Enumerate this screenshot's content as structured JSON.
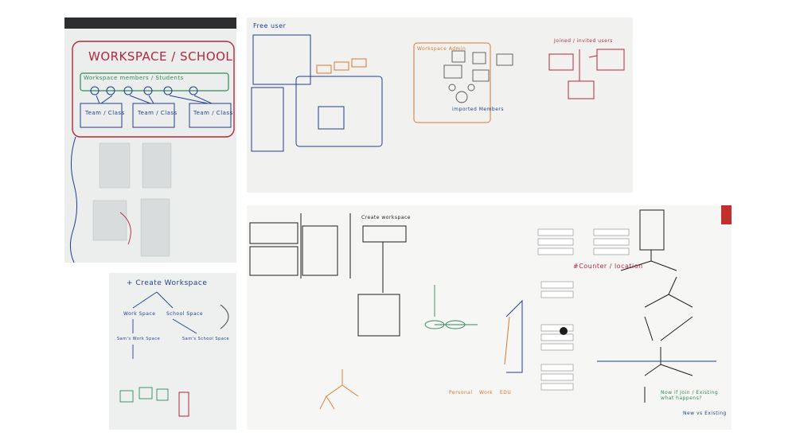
{
  "photos": {
    "top_left": {
      "title": "WORKSPACE / SCHOOL",
      "members_label": "Workspace members / Students",
      "groups": [
        "Team / Class",
        "Team / Class",
        "Team / Class"
      ]
    },
    "top_right": {
      "free_user": "Free user",
      "workspace_label": "Workspace Admin",
      "members_label": "imported Members",
      "joined_label": "Joined / invited users"
    },
    "bottom_left": {
      "create_workspace": "+ Create Workspace",
      "work_space": "Work Space",
      "school_space": "School Space",
      "sams_work": "Sam's Work Space",
      "sams_school": "Sam's School Space"
    },
    "bottom_right": {
      "create_workspace": "Create workspace",
      "counter_location": "#Counter / location",
      "personal": "Personal",
      "work": "Work",
      "edu": "EDU",
      "now_existing": "Now if Join / Existing what happens?",
      "new_existing": "New vs Existing"
    }
  },
  "colors": {
    "marker_red": "#b3283a",
    "marker_blue": "#1f3f8f",
    "marker_green": "#2f8a5a",
    "marker_orange": "#d9772f",
    "marker_black": "#1d1d1d"
  }
}
